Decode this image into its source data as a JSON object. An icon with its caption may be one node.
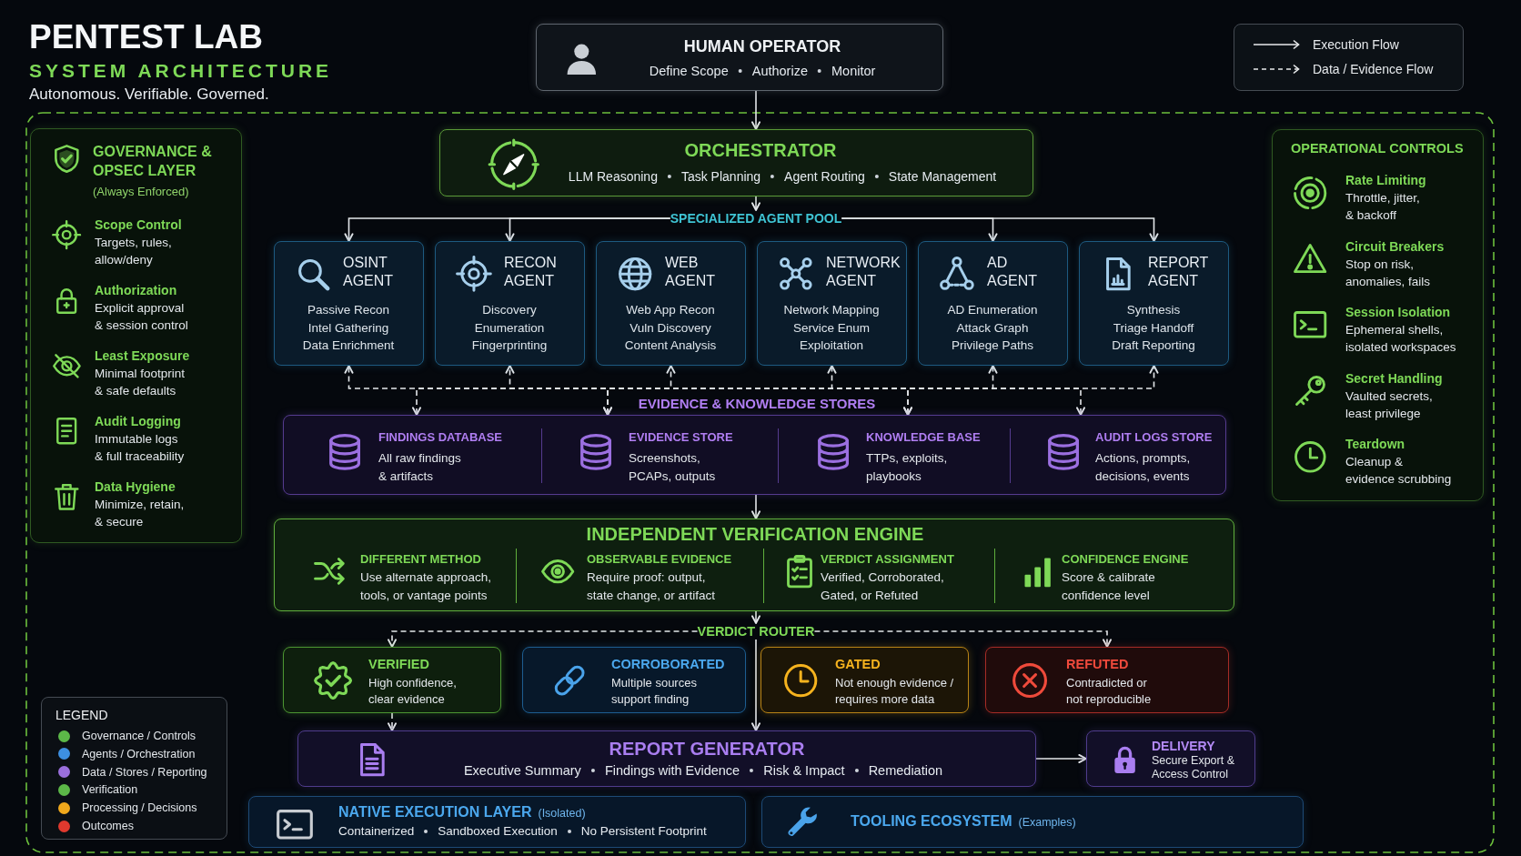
{
  "diagram": {
    "title": "PENTEST LAB",
    "nodes": [
      {
        "text": [
          "HUMAN OPERATOR",
          "Define Scope",
          "Authorize",
          "Monitor"
        ]
      },
      {
        "text": [
          "GOVERNANCE & OPSEC LAYER",
          "(Always Enforced)",
          "Scope Control",
          "Targets, rules, allow/deny",
          "Authorization",
          "Explicit approval & session control",
          "Least Exposure",
          "Minimal footprint & safe defaults",
          "Audit Logging",
          "Immutable logs & full traceability",
          "Data Hygiene",
          "Minimize, retain, & secure"
        ]
      },
      {
        "text": [
          "ORCHESTRATOR",
          "LLM Reasoning",
          "Task Planning",
          "Agent Routing",
          "State Management"
        ]
      },
      {
        "text": [
          "OPERATIONAL CONTROLS",
          "Rate Limiting",
          "Throttle, jitter, & backoff",
          "Circuit Breakers",
          "Stop on risk, anomalies, fails",
          "Session Isolation",
          "Ephemeral shells, isolated workspaces",
          "Secret Handling",
          "Vaulted secrets, least privilege",
          "Teardown",
          "Cleanup & evidence scrubbing"
        ]
      },
      {
        "text": [
          "SPECIALIZED AGENT POOL"
        ]
      },
      {
        "text": [
          "OSINT AGENT",
          "Passive Recon",
          "Intel Gathering",
          "Data Enrichment"
        ]
      },
      {
        "text": [
          "RECON AGENT",
          "Discovery",
          "Enumeration",
          "Fingerprinting"
        ]
      },
      {
        "text": [
          "WEB AGENT",
          "Web App Recon",
          "Vuln Discovery",
          "Content Analysis"
        ]
      },
      {
        "text": [
          "NETWORK AGENT",
          "Network Mapping",
          "Service Enum",
          "Exploitation"
        ]
      },
      {
        "text": [
          "AD AGENT",
          "AD Enumeration",
          "Attack Graph",
          "Privilege Paths"
        ]
      },
      {
        "text": [
          "REPORT AGENT",
          "Synthesis",
          "Triage Handoff",
          "Draft Reporting"
        ]
      },
      {
        "text": [
          "EVIDENCE & KNOWLEDGE STORES",
          "FINDINGS DATABASE",
          "All raw findings & artifacts",
          "EVIDENCE STORE",
          "Screenshots, PCAPs, outputs",
          "KNOWLEDGE BASE",
          "TTPs, exploits, playbooks",
          "AUDIT LOGS STORE",
          "Actions, prompts, decisions, events"
        ]
      },
      {
        "text": [
          "INDEPENDENT VERIFICATION ENGINE",
          "DIFFERENT METHOD",
          "Use alternate approach, tools, or vantage points",
          "OBSERVABLE EVIDENCE",
          "Require proof: output, state change, or artifact",
          "VERDICT ASSIGNMENT",
          "Verified, Corroborated, Gated, or Refuted",
          "CONFIDENCE ENGINE",
          "Score & calibrate confidence level"
        ]
      },
      {
        "text": [
          "VERDICT ROUTER"
        ]
      },
      {
        "text": [
          "VERIFIED",
          "High confidence, clear evidence"
        ]
      },
      {
        "text": [
          "CORROBORATED",
          "Multiple sources support finding"
        ]
      },
      {
        "text": [
          "GATED",
          "Not enough evidence / requires more data"
        ]
      },
      {
        "text": [
          "REFUTED",
          "Contradicted or not reproducible"
        ]
      },
      {
        "text": [
          "REPORT GENERATOR",
          "Executive Summary",
          "Findings with Evidence",
          "Risk & Impact",
          "Remediation"
        ]
      },
      {
        "text": [
          "DELIVERY",
          "Secure Export & Access Control"
        ]
      },
      {
        "text": [
          "NATIVE EXECUTION LAYER",
          "(Isolated)",
          "Containerized",
          "Sandboxed Execution",
          "No Persistent Footprint"
        ]
      },
      {
        "text": [
          "TOOLING ECOSYSTEM",
          "(Examples)"
        ]
      }
    ],
    "edges": [
      {
        "from": 0,
        "to": 2,
        "arrow": "to"
      },
      {
        "from": 2,
        "to": 4,
        "arrow": "to"
      },
      {
        "from": 4,
        "to": 5,
        "arrow": "to"
      },
      {
        "from": 4,
        "to": 6,
        "arrow": "to"
      },
      {
        "from": 4,
        "to": 9,
        "arrow": "to"
      },
      {
        "from": 4,
        "to": 10,
        "arrow": "to"
      },
      {
        "from": 5,
        "to": 11,
        "arrow": "both",
        "style": "dashed"
      },
      {
        "from": 6,
        "to": 11,
        "arrow": "both",
        "style": "dashed"
      },
      {
        "from": 7,
        "to": 11,
        "arrow": "both",
        "style": "dashed"
      },
      {
        "from": 8,
        "to": 11,
        "arrow": "both",
        "style": "dashed"
      },
      {
        "from": 9,
        "to": 11,
        "arrow": "both",
        "style": "dashed"
      },
      {
        "from": 10,
        "to": 11,
        "arrow": "both",
        "style": "dashed"
      },
      {
        "from": 11,
        "to": 12,
        "arrow": "to"
      },
      {
        "from": 12,
        "to": 13,
        "arrow": "to"
      },
      {
        "from": 13,
        "to": 14,
        "arrow": "to",
        "style": "dashed"
      },
      {
        "from": 13,
        "to": 17,
        "arrow": "to",
        "style": "dashed"
      },
      {
        "from": 14,
        "to": 18,
        "arrow": "to",
        "style": "dashed"
      },
      {
        "from": 13,
        "to": 18,
        "arrow": "to"
      },
      {
        "from": 18,
        "to": 19,
        "arrow": "to"
      }
    ],
    "labels": [
      "SYSTEM ARCHITECTURE",
      "Autonomous. Verifiable. Governed.",
      "LEGEND"
    ],
    "legend": [
      {
        "text": "Execution Flow"
      },
      {
        "text": "Data / Evidence Flow"
      },
      {
        "text": "Governance / Controls",
        "color": "#5cb848"
      },
      {
        "text": "Agents / Orchestration",
        "color": "#3d8fe0"
      },
      {
        "text": "Data / Stores / Reporting",
        "color": "#9a6fdc"
      },
      {
        "text": "Verification",
        "color": "#5cb848"
      },
      {
        "text": "Processing / Decisions",
        "color": "#f0a81c"
      },
      {
        "text": "Outcomes",
        "color": "#e0392e"
      }
    ]
  }
}
